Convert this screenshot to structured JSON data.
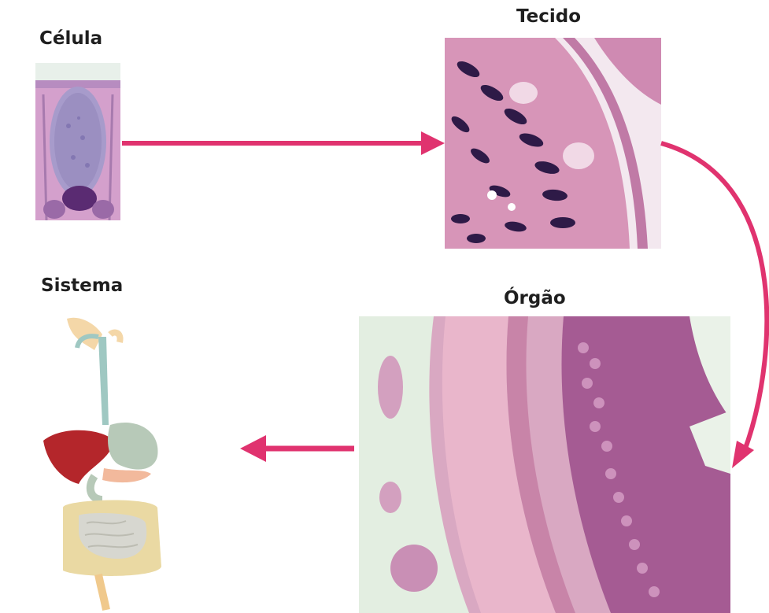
{
  "labels": {
    "cell": "Célula",
    "tissue": "Tecido",
    "organ": "Órgão",
    "system": "Sistema"
  },
  "colors": {
    "arrow": "#e0336f",
    "stain_pink": "#d98fbb",
    "stain_purple": "#5b2a63",
    "stain_light": "#f3dbe8"
  },
  "images": {
    "cell": "cell-micrograph",
    "tissue": "tissue-micrograph",
    "organ": "organ-micrograph",
    "system": "digestive-system-illustration"
  }
}
